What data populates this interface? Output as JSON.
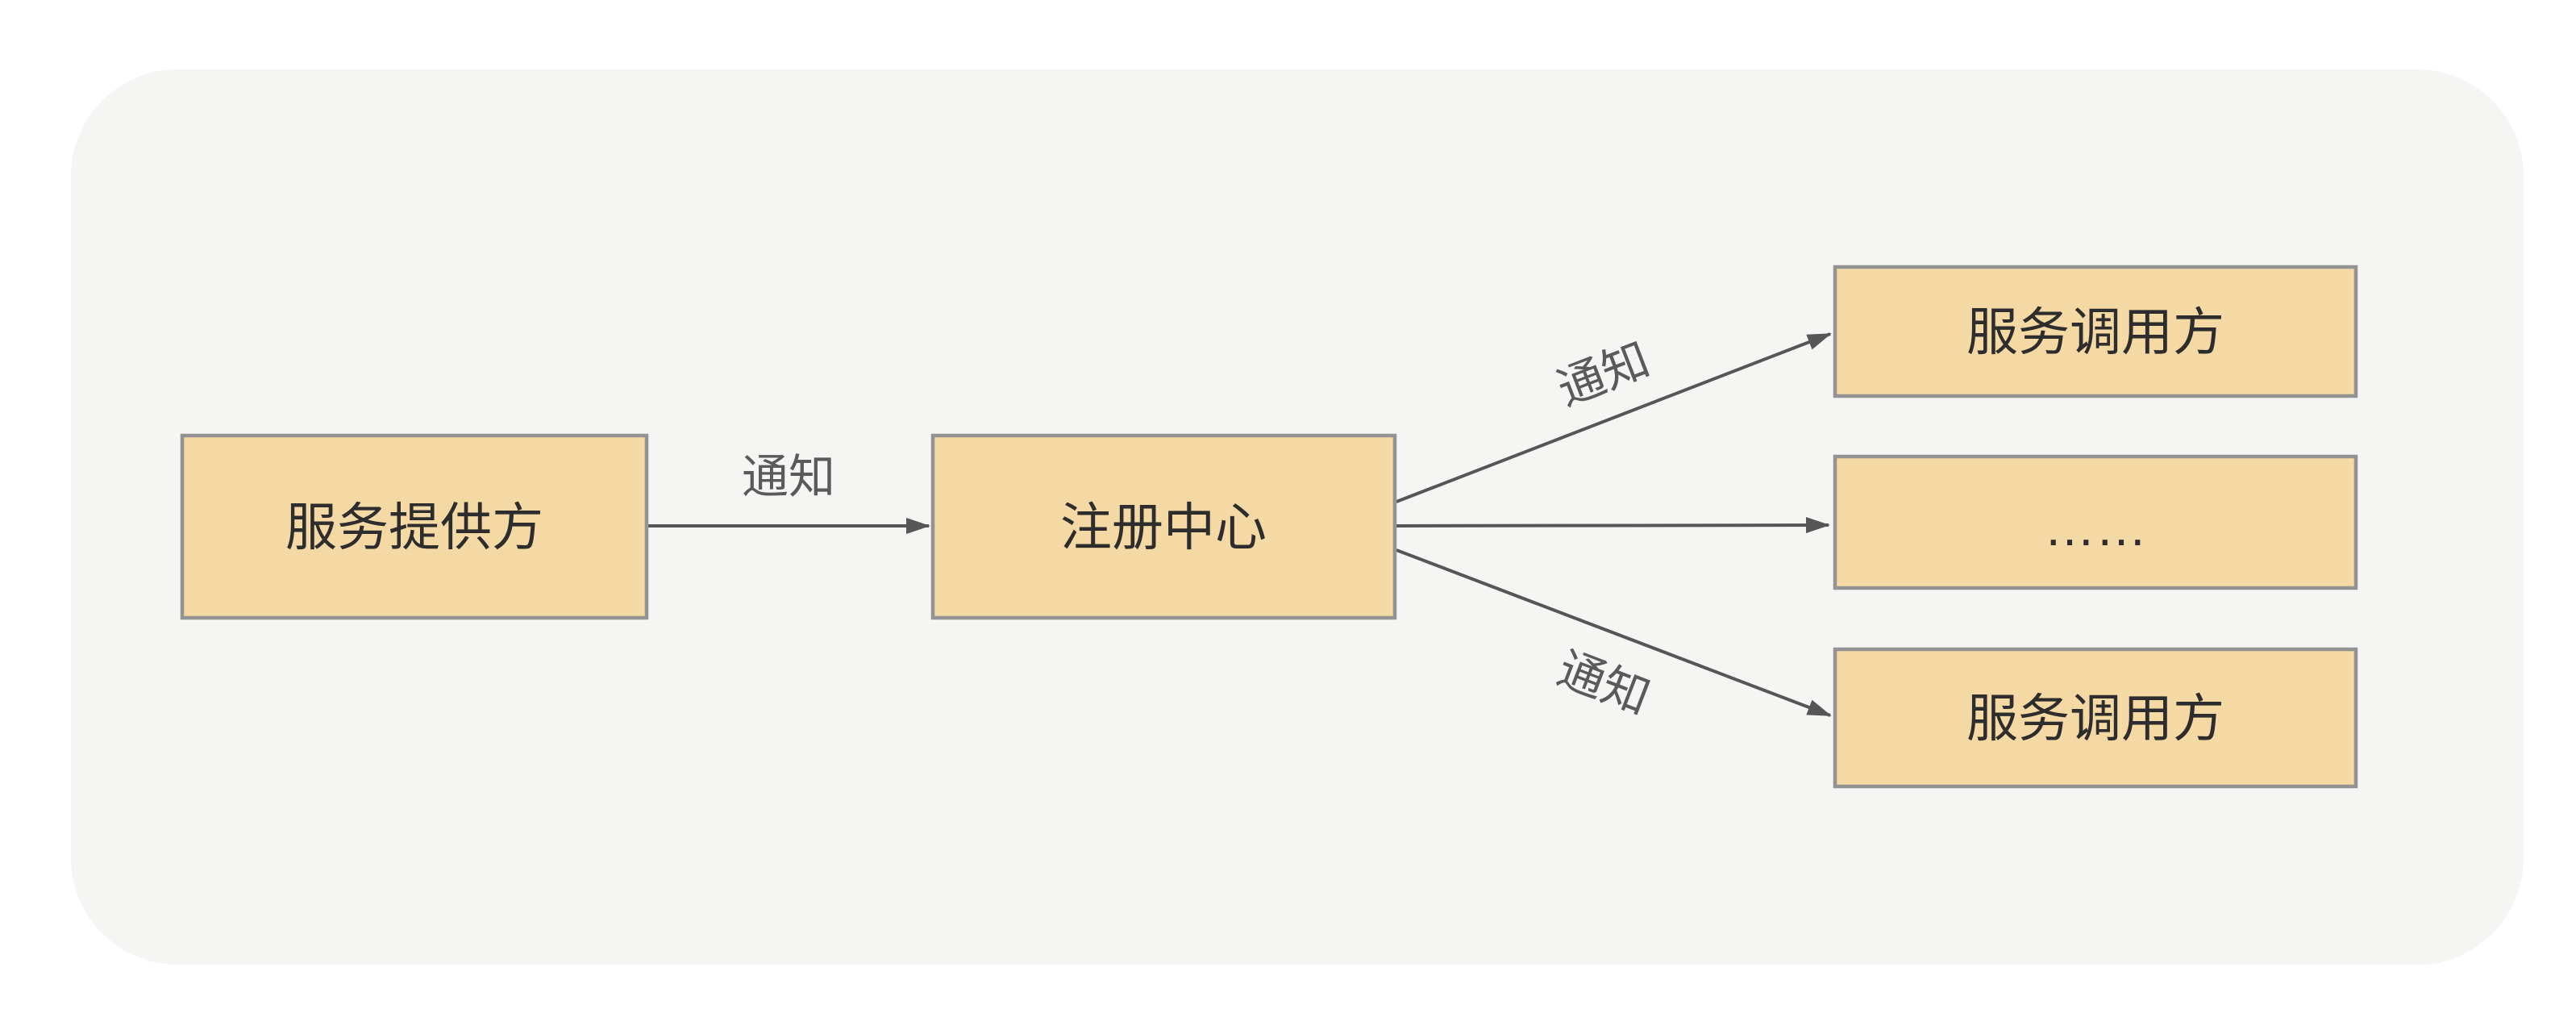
{
  "diagram": {
    "nodes": [
      {
        "id": "service-provider",
        "label": "服务提供方"
      },
      {
        "id": "registry-center",
        "label": "注册中心"
      },
      {
        "id": "service-caller-top",
        "label": "服务调用方"
      },
      {
        "id": "caller-ellipsis",
        "label": "……"
      },
      {
        "id": "service-caller-bottom",
        "label": "服务调用方"
      }
    ],
    "edges": [
      {
        "from": "service-provider",
        "to": "registry-center",
        "label": "通知"
      },
      {
        "from": "registry-center",
        "to": "service-caller-top",
        "label": "通知"
      },
      {
        "from": "registry-center",
        "to": "caller-ellipsis",
        "label": ""
      },
      {
        "from": "registry-center",
        "to": "service-caller-bottom",
        "label": "通知"
      }
    ]
  },
  "colors": {
    "page_background": "#ffffff",
    "panel_background": "#f5f5f3",
    "box_fill": "#f4d9a5",
    "box_border": "#939393",
    "arrow": "#565656",
    "node_text": "#2d2d2d",
    "edge_label_text": "#5a5a5a"
  }
}
